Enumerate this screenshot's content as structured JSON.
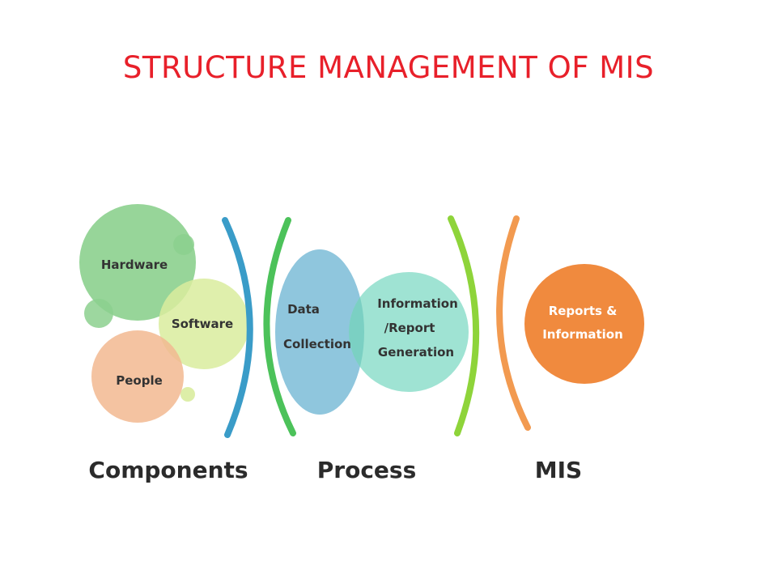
{
  "title": "STRUCTURE MANAGEMENT OF MIS",
  "colors": {
    "title": "#e8202a",
    "hardware": "#8cd08e",
    "software": "#d9ec9e",
    "people": "#f2b990",
    "data_collection": "#8fc6dd",
    "information_generation": "#9fe3d3",
    "reports": "#f08a3e",
    "arc_components": "#3a9cc8",
    "arc_process_left": "#4cc25a",
    "arc_process_right": "#8ed43a",
    "arc_mis": "#f29a50"
  },
  "components": {
    "hardware": "Hardware",
    "software": "Software",
    "people": "People"
  },
  "process": {
    "data_collection_line1": "Data",
    "data_collection_line2": "Collection",
    "info_line1": "Information",
    "info_line2": "/Report",
    "info_line3": "Generation"
  },
  "mis": {
    "reports_line1": "Reports &",
    "reports_line2": "Information"
  },
  "sections": {
    "components": "Components",
    "process": "Process",
    "mis": "MIS"
  }
}
